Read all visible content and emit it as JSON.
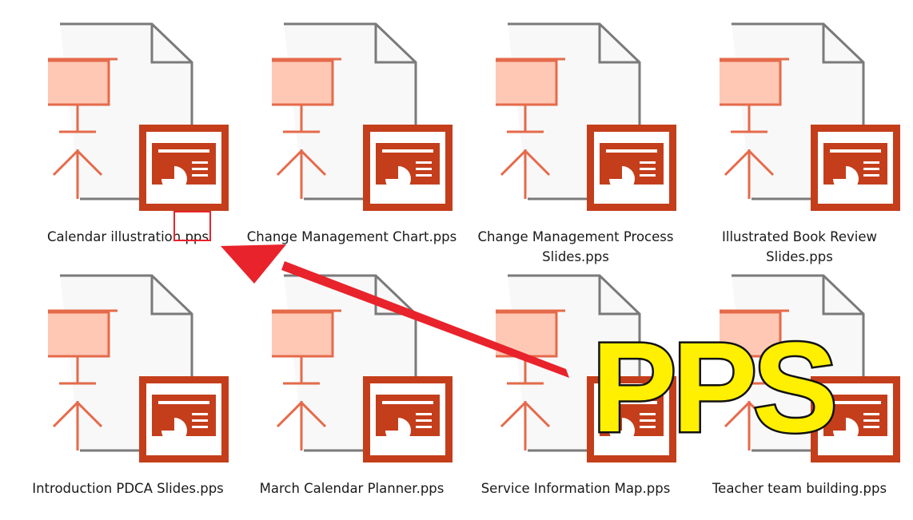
{
  "files": [
    {
      "name": "Calendar illustration",
      "ext": ".pps",
      "lines": [
        "Calendar illustration.pps"
      ]
    },
    {
      "name": "Change Management Chart",
      "ext": ".pps",
      "lines": [
        "Change Management Chart.pps"
      ]
    },
    {
      "name": "Change Management Process Slides",
      "ext": ".pps",
      "lines": [
        "Change Management Process",
        "Slides.pps"
      ]
    },
    {
      "name": "Illustrated Book Review Slides",
      "ext": ".pps",
      "lines": [
        "Illustrated Book Review",
        "Slides.pps"
      ]
    },
    {
      "name": "Introduction PDCA Slides",
      "ext": ".pps",
      "lines": [
        "Introduction PDCA Slides.pps"
      ]
    },
    {
      "name": "March Calendar Planner",
      "ext": ".pps",
      "lines": [
        "March Calendar Planner.pps"
      ]
    },
    {
      "name": "Service Information Map",
      "ext": ".pps",
      "lines": [
        "Service Information Map.pps"
      ]
    },
    {
      "name": "Teacher team building",
      "ext": ".pps",
      "lines": [
        "Teacher team building.pps"
      ]
    }
  ],
  "file_icon": "powerpoint-show-file-icon",
  "annotation": {
    "big_label": "PPS",
    "highlighted_text": ".pps",
    "arrow_color": "#e8232b",
    "label_color": "#ffef00"
  },
  "colors": {
    "icon_red": "#c43e1c",
    "screen_fill": "#ffc8b4",
    "stand_stroke": "#e56a4a",
    "page_outline": "#7a7a7a",
    "page_fill": "#f8f8f8"
  }
}
